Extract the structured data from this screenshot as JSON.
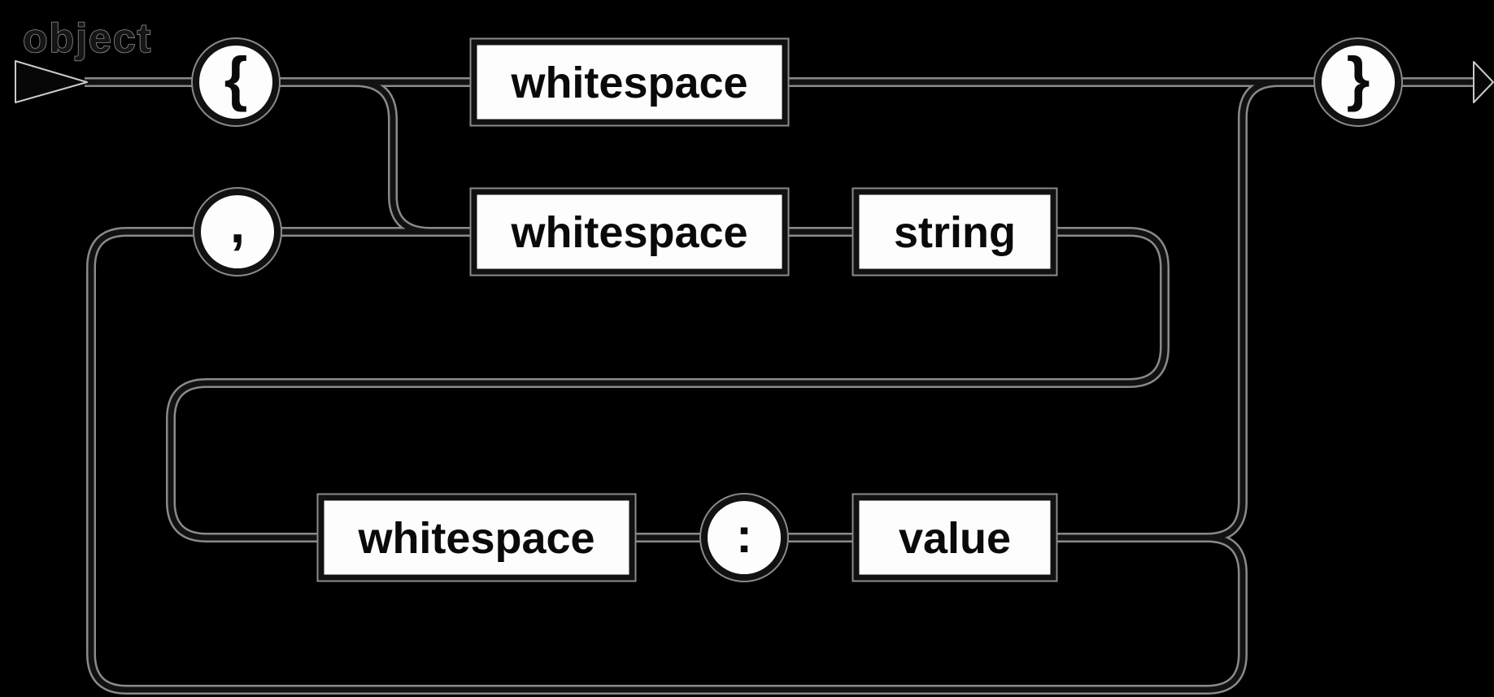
{
  "diagram_title": "object",
  "nodes": {
    "open_brace": "{",
    "whitespace_top": "whitespace",
    "close_brace": "}",
    "comma": ",",
    "whitespace_member": "whitespace",
    "string": "string",
    "whitespace_pair": "whitespace",
    "colon": ":",
    "value": "value"
  },
  "colors": {
    "background": "#000000",
    "line_core": "#121212",
    "line_halo": "#8a8a8a",
    "node_fill": "#fdfdfd",
    "node_border": "#111111",
    "node_text": "#0a0a0a",
    "label_fill": "#151515",
    "label_halo": "#8d8d8d",
    "arrow_fill": "#070707",
    "arrow_outline": "#c9c9c9"
  }
}
